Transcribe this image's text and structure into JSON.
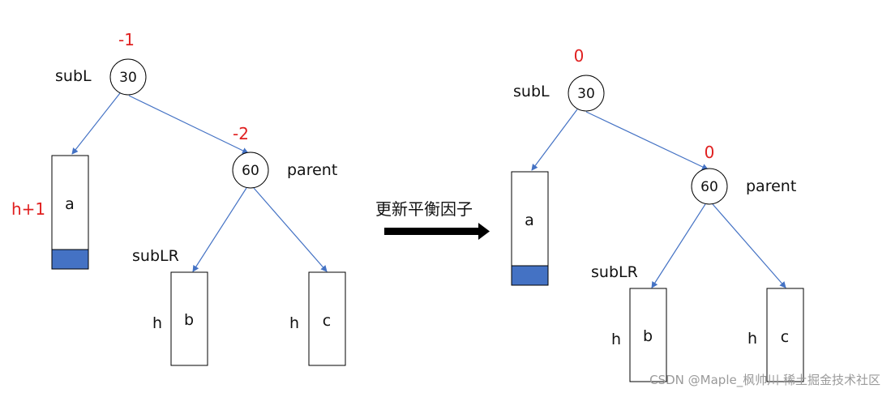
{
  "colors": {
    "edge": "#4472c4",
    "balance_factor": "#e02020",
    "height_block": "#4472c4",
    "text": "#111111",
    "transition_arrow": "#000000",
    "watermark": "#9a9a9a"
  },
  "left_tree": {
    "sublabel": "subL",
    "sublr_label": "subLR",
    "parent_label": "parent",
    "node_30": {
      "value": "30",
      "bf": "-1"
    },
    "node_60": {
      "value": "60",
      "bf": "-2"
    },
    "box_a": {
      "label": "a",
      "height_label": "h+1"
    },
    "box_b": {
      "label": "b",
      "height_label": "h"
    },
    "box_c": {
      "label": "c",
      "height_label": "h"
    }
  },
  "transition": {
    "caption": "更新平衡因子"
  },
  "right_tree": {
    "sublabel": "subL",
    "sublr_label": "subLR",
    "parent_label": "parent",
    "node_30": {
      "value": "30",
      "bf": "0"
    },
    "node_60": {
      "value": "60",
      "bf": "0"
    },
    "box_a": {
      "label": "a"
    },
    "box_b": {
      "label": "b",
      "height_label": "h"
    },
    "box_c": {
      "label": "c",
      "height_label": "h"
    }
  },
  "watermark": "CSDN @Maple_枫帅川 稀土掘金技术社区"
}
